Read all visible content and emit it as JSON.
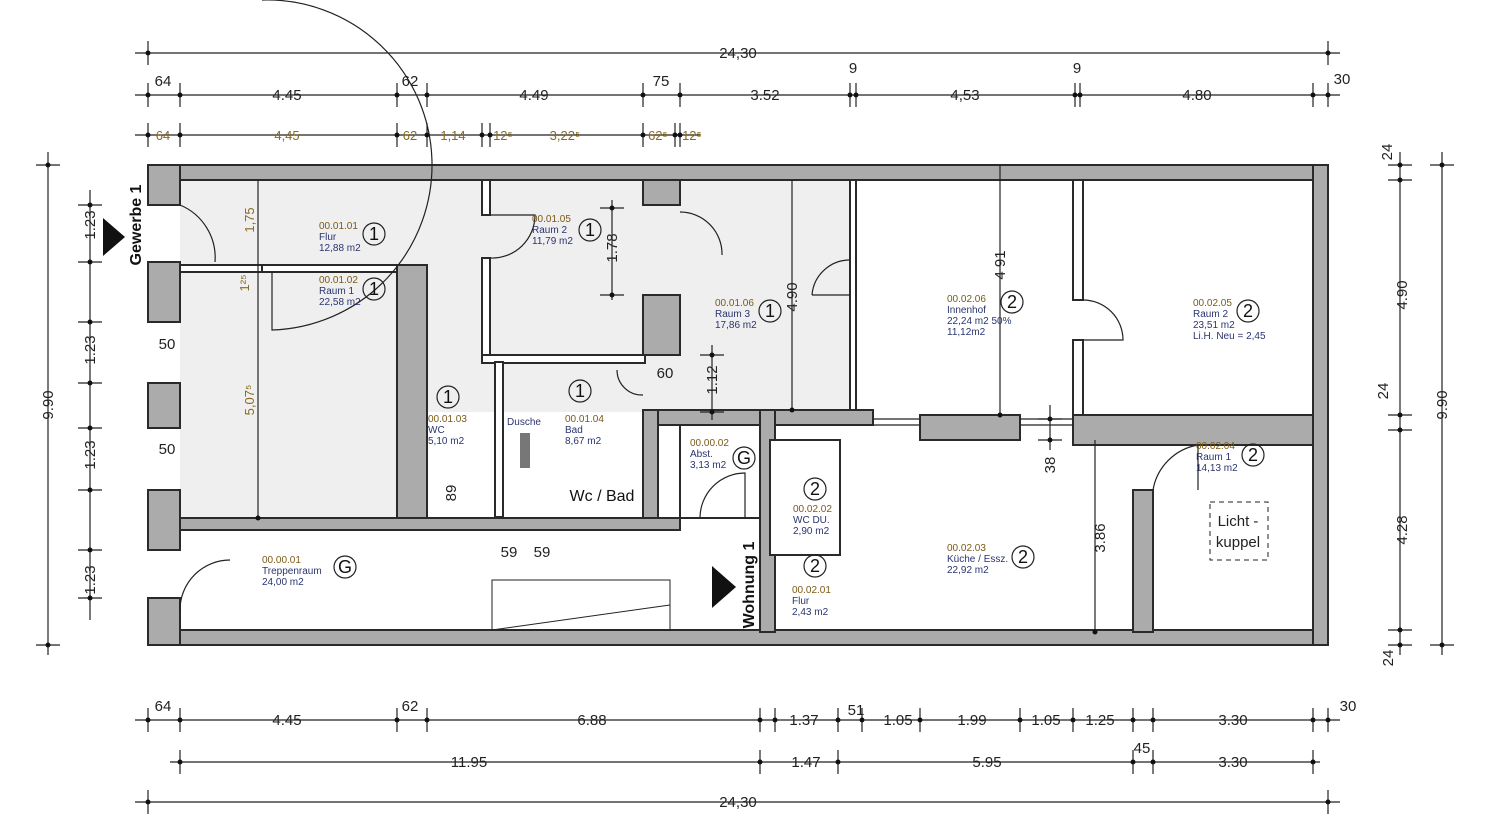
{
  "labels": {
    "entrance_commercial": "Gewerbe 1",
    "entrance_apartment": "Wohnung 1",
    "wc_bad": "Wc / Bad",
    "shower": "Dusche",
    "skylight_line1": "Licht -",
    "skylight_line2": "kuppel"
  },
  "rooms": [
    {
      "id": "00.01.01",
      "name": "Flur",
      "area": "12,88 m2",
      "unit": "1"
    },
    {
      "id": "00.01.02",
      "name": "Raum 1",
      "area": "22,58 m2",
      "unit": "1"
    },
    {
      "id": "00.01.05",
      "name": "Raum 2",
      "area": "11,79 m2",
      "unit": "1"
    },
    {
      "id": "00.01.06",
      "name": "Raum 3",
      "area": "17,86 m2",
      "unit": "1"
    },
    {
      "id": "00.01.03",
      "name": "WC",
      "area": "5,10 m2",
      "unit": "1"
    },
    {
      "id": "00.01.04",
      "name": "Bad",
      "area": "8,67 m2",
      "unit": "1"
    },
    {
      "id": "00.00.02",
      "name": "Abst.",
      "area": "3,13 m2",
      "unit": "G"
    },
    {
      "id": "00.00.01",
      "name": "Treppenraum",
      "area": "24,00 m2",
      "unit": "G"
    },
    {
      "id": "00.02.06",
      "name": "Innenhof",
      "area": "22,24 m2 50%",
      "extra": "11,12m2",
      "unit": "2"
    },
    {
      "id": "00.02.05",
      "name": "Raum 2",
      "area": "23,51 m2",
      "extra": "Li.H. Neu = 2,45",
      "unit": "2"
    },
    {
      "id": "00.02.04",
      "name": "Raum 1",
      "area": "14,13 m2",
      "unit": "2"
    },
    {
      "id": "00.02.02",
      "name": "WC DU.",
      "area": "2,90 m2",
      "unit": "2"
    },
    {
      "id": "00.02.01",
      "name": "Flur",
      "area": "2,43 m2",
      "unit": "2"
    },
    {
      "id": "00.02.03",
      "name": "Küche / Essz.",
      "area": "22,92 m2",
      "unit": "2"
    }
  ],
  "dimensions": {
    "top_total": "24,30",
    "top_row": [
      "64",
      "4.45",
      "62",
      "4.49",
      "75",
      "3.52",
      "9",
      "4,53",
      "9",
      "4.80",
      "30"
    ],
    "top_detail_row": [
      "64",
      "4,45",
      "62",
      "1,14",
      "12⁵",
      "3,22⁵",
      "62⁵",
      "12⁵"
    ],
    "bottom_row": [
      "64",
      "4.45",
      "62",
      "6.88",
      "1.37",
      "51",
      "1.05",
      "1.99",
      "1.05",
      "1.25",
      "3.30",
      "30"
    ],
    "bottom_row2": [
      "11.95",
      "1.47",
      "5.95",
      "45",
      "3.30"
    ],
    "bottom_total": "24,30",
    "left": [
      "1.23",
      "1.23",
      "1.23",
      "1.23"
    ],
    "left_total": "9.90",
    "right": [
      "24",
      "4.90",
      "24",
      "4.28",
      "24"
    ],
    "right_total": "9.90",
    "interior": [
      "1,75",
      "1²⁵",
      "5,07⁵",
      "1.78",
      "4.90",
      "1.12",
      "60",
      "50",
      "50",
      "89",
      "59",
      "59",
      "4 91",
      "38",
      "3.86"
    ]
  },
  "colors": {
    "wall": "#ababab",
    "unit1_floor": "#efefef",
    "room_id": "#7a5a18",
    "room_name": "#2a3470"
  }
}
